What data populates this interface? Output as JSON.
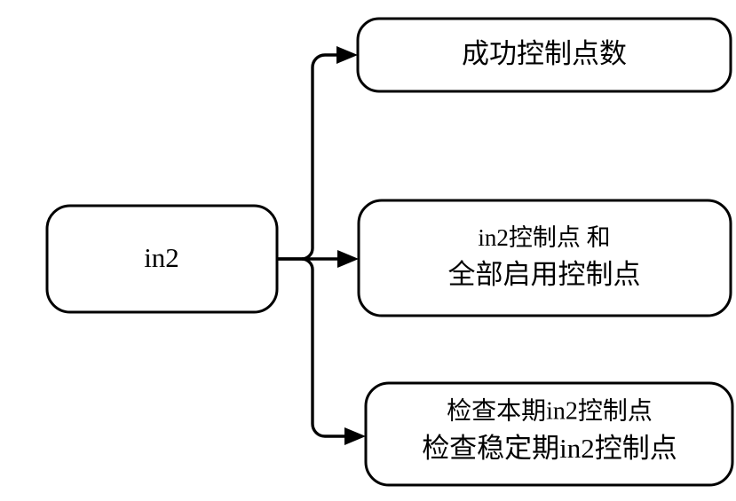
{
  "diagram": {
    "type": "flowchart",
    "orientation": "left-to-right",
    "background_color": "#ffffff",
    "line_color": "#000000",
    "box_fill_color": "#ffffff",
    "source": {
      "id": "source-node",
      "label": "in2"
    },
    "targets": [
      {
        "id": "target-node-1",
        "lines": [
          "成功控制点数"
        ]
      },
      {
        "id": "target-node-2",
        "lines": [
          "in2控制点 和",
          "全部启用控制点"
        ]
      },
      {
        "id": "target-node-3",
        "lines": [
          "检查本期in2控制点",
          "检查稳定期in2控制点"
        ]
      }
    ],
    "edges": [
      {
        "id": "edge-source-to-target-1",
        "from": "in2",
        "to": "成功控制点数",
        "arrow": true
      },
      {
        "id": "edge-source-to-target-2",
        "from": "in2",
        "to": "in2控制点 和 全部启用控制点",
        "arrow": true
      },
      {
        "id": "edge-source-to-target-3",
        "from": "in2",
        "to": "检查本期in2控制点 检查稳定期in2控制点",
        "arrow": true
      }
    ]
  }
}
